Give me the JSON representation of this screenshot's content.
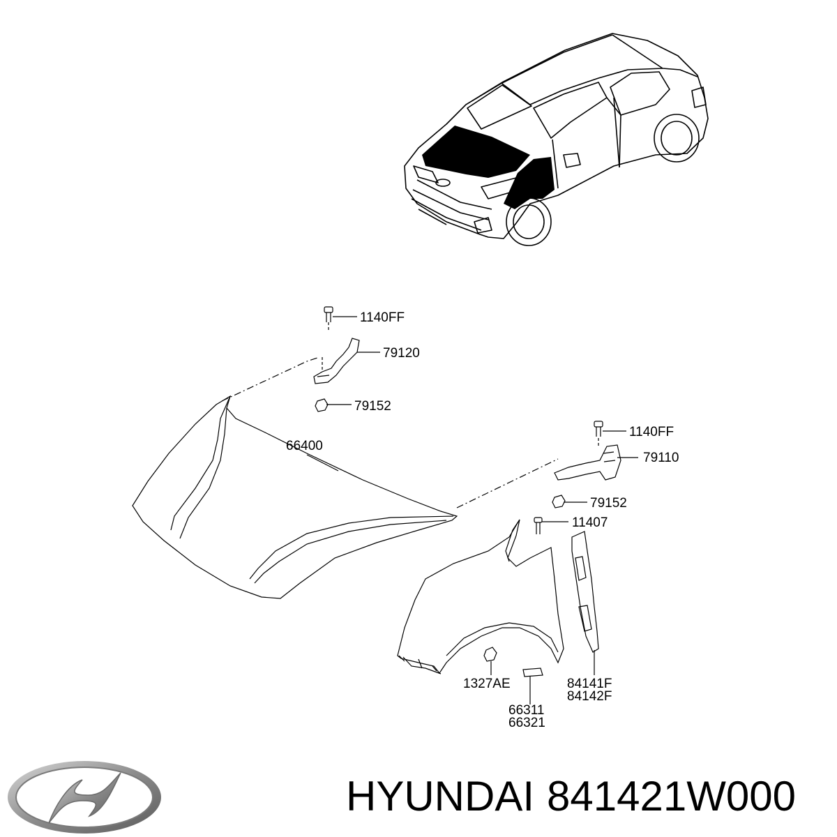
{
  "labels": {
    "bolt_top": "1140FF",
    "hinge_left": "79120",
    "nut_left": "79152",
    "hood": "66400",
    "bolt_right": "1140FF",
    "hinge_right": "79110",
    "nut_right": "79152",
    "screw": "11407",
    "clip": "1327AE",
    "guard_a": "84141F",
    "guard_b": "84142F",
    "bracket_a": "66311",
    "bracket_b": "66321"
  },
  "brand": {
    "name": "HYUNDAI",
    "part_number": "841421W000"
  },
  "colors": {
    "line": "#000000",
    "background": "#ffffff",
    "logo_silver": "#9a9a9a"
  }
}
